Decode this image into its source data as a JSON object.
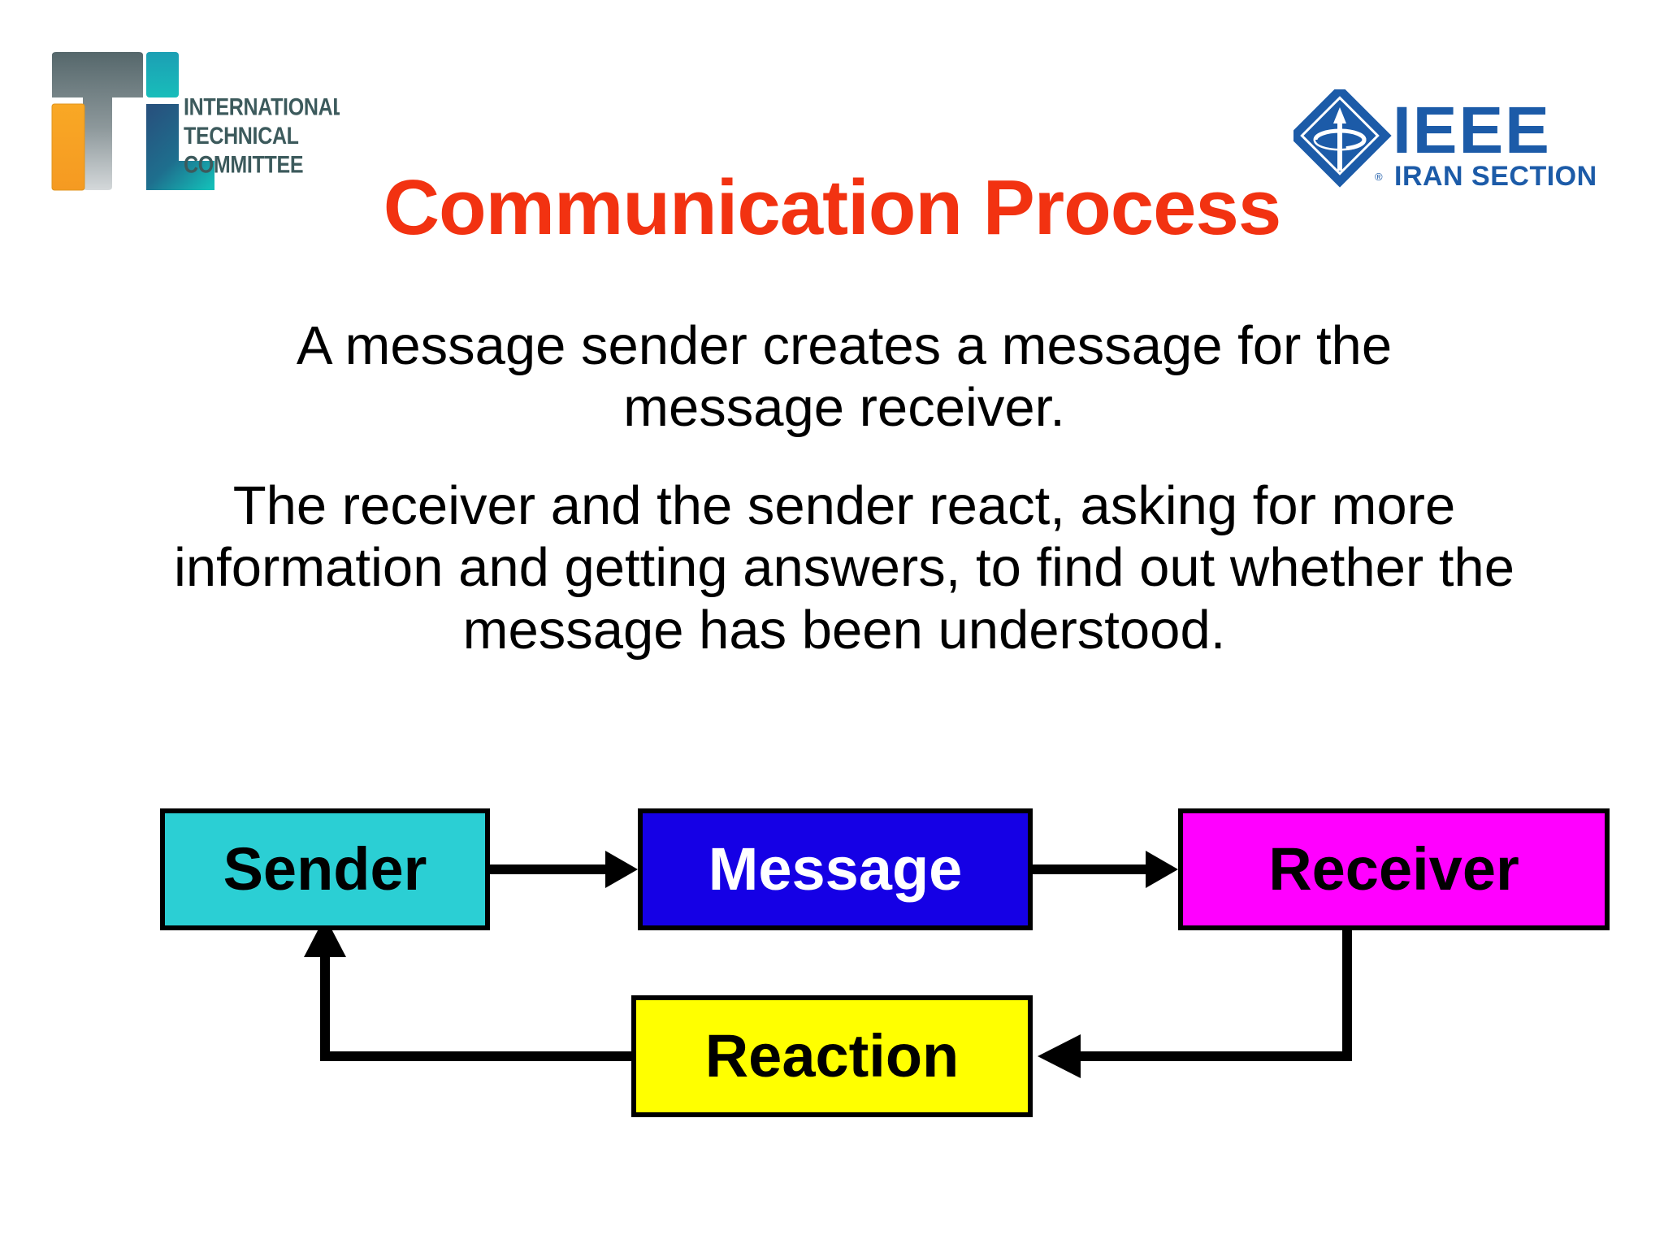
{
  "slide": {
    "title": "Communication Process",
    "title_color": "#F23211",
    "background_color": "#FFFFFF",
    "body": [
      "A message sender creates a message for the message receiver.",
      "The receiver and the sender react, asking for more information and getting answers, to find out whether the message has been understood."
    ]
  },
  "logos": {
    "itc": {
      "name": "itc-logo",
      "lines": [
        "INTERNATIONAL",
        "TECHNICAL",
        "COMMITTEE"
      ],
      "text_color": "#3C5A5C",
      "orange": "#F6A02A",
      "teal": "#17A8B8",
      "gray_dark": "#55676B",
      "gray_light": "#C9CDCF",
      "blue_dark": "#27527E"
    },
    "ieee": {
      "name": "ieee-logo",
      "wordmark": "IEEE",
      "section": "IRAN SECTION",
      "color": "#1C5BA8",
      "registered_mark": "®"
    }
  },
  "diagram": {
    "type": "flow",
    "nodes": [
      {
        "id": "sender",
        "label": "Sender",
        "fill": "#2BCFD4",
        "text_color": "#000000",
        "border_color": "#000000"
      },
      {
        "id": "message",
        "label": "Message",
        "fill": "#1500E5",
        "text_color": "#FFFFFF",
        "border_color": "#000000"
      },
      {
        "id": "receiver",
        "label": "Receiver",
        "fill": "#FF00FF",
        "text_color": "#000000",
        "border_color": "#000000"
      },
      {
        "id": "reaction",
        "label": "Reaction",
        "fill": "#FFFF00",
        "text_color": "#000000",
        "border_color": "#000000"
      }
    ],
    "edges": [
      {
        "from": "sender",
        "to": "message",
        "style": "straight-right"
      },
      {
        "from": "message",
        "to": "receiver",
        "style": "straight-right"
      },
      {
        "from": "receiver",
        "to": "reaction",
        "style": "down-then-left"
      },
      {
        "from": "reaction",
        "to": "sender",
        "style": "left-then-up"
      }
    ],
    "edge_color": "#000000"
  }
}
